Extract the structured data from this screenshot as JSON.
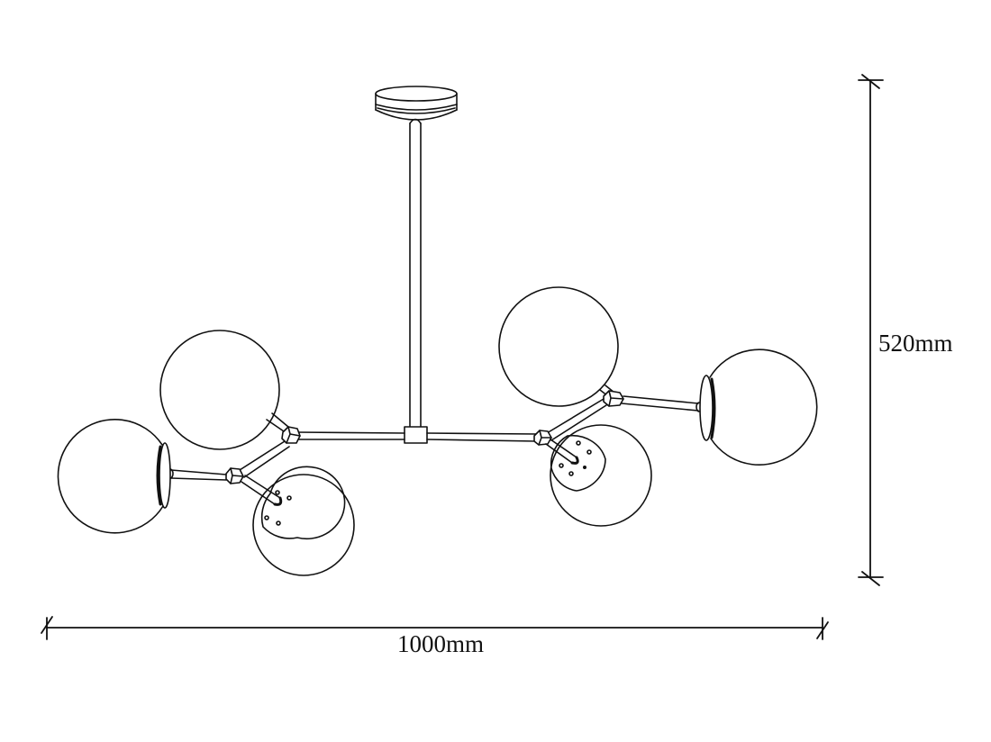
{
  "diagram": {
    "type": "technical-drawing",
    "subject": "6-globe branch pendant chandelier",
    "colors": {
      "stroke": "#111111",
      "background": "#ffffff"
    },
    "dimensions": {
      "height": {
        "label": "520mm"
      },
      "width": {
        "label": "1000mm"
      }
    },
    "parts": {
      "canopy": "ceiling canopy",
      "downrod": "vertical rod",
      "hub": "central connector block",
      "globes": 6
    }
  }
}
